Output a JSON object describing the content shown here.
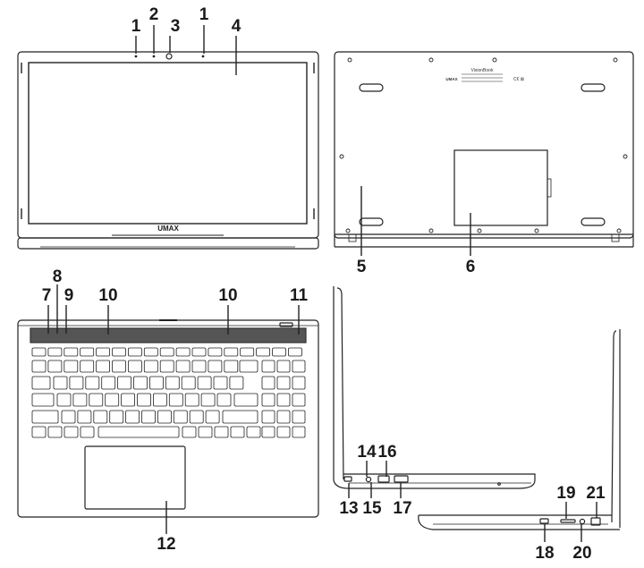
{
  "brand": "UMAX",
  "label_model": "VisionBook",
  "callouts": {
    "n1": "1",
    "n2": "2",
    "n3": "3",
    "n4": "4",
    "n5": "5",
    "n6": "6",
    "n7": "7",
    "n8": "8",
    "n9": "9",
    "n10": "10",
    "n11": "11",
    "n12": "12",
    "n13": "13",
    "n14": "14",
    "n15": "15",
    "n16": "16",
    "n17": "17",
    "n18": "18",
    "n19": "19",
    "n20": "20",
    "n21": "21"
  }
}
